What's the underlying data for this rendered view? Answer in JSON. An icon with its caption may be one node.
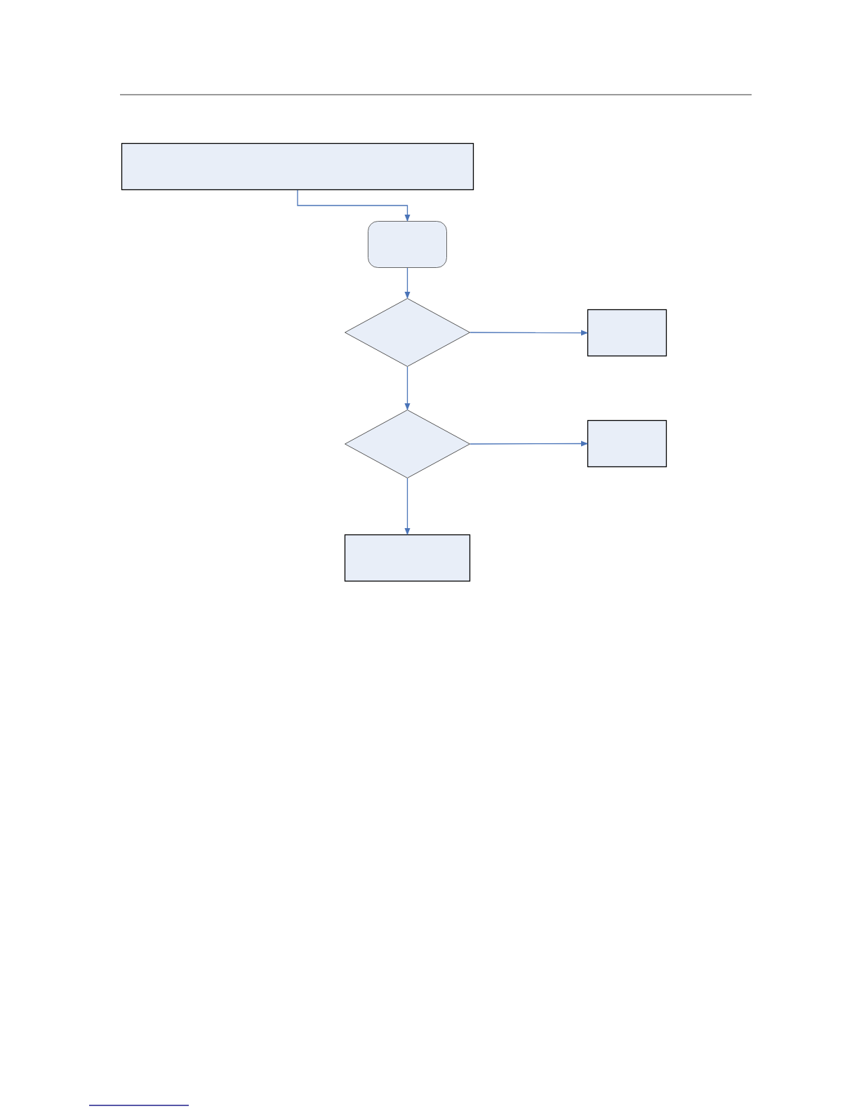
{
  "diagram": {
    "nodes": [
      {
        "text": [],
        "shape": "box"
      },
      {
        "text": [],
        "shape": "box"
      },
      {
        "text": [],
        "shape": "diamond"
      },
      {
        "text": [],
        "shape": "box"
      },
      {
        "text": [],
        "shape": "diamond"
      },
      {
        "text": [],
        "shape": "box"
      },
      {
        "text": [],
        "shape": "box"
      }
    ],
    "edges": [
      {
        "from": 0,
        "to": 1,
        "arrow": "to"
      },
      {
        "from": 1,
        "to": 2,
        "arrow": "to"
      },
      {
        "from": 2,
        "to": 3,
        "arrow": "to"
      },
      {
        "from": 2,
        "to": 4,
        "arrow": "to"
      },
      {
        "from": 4,
        "to": 5,
        "arrow": "to"
      },
      {
        "from": 4,
        "to": 6,
        "arrow": "to"
      }
    ]
  }
}
